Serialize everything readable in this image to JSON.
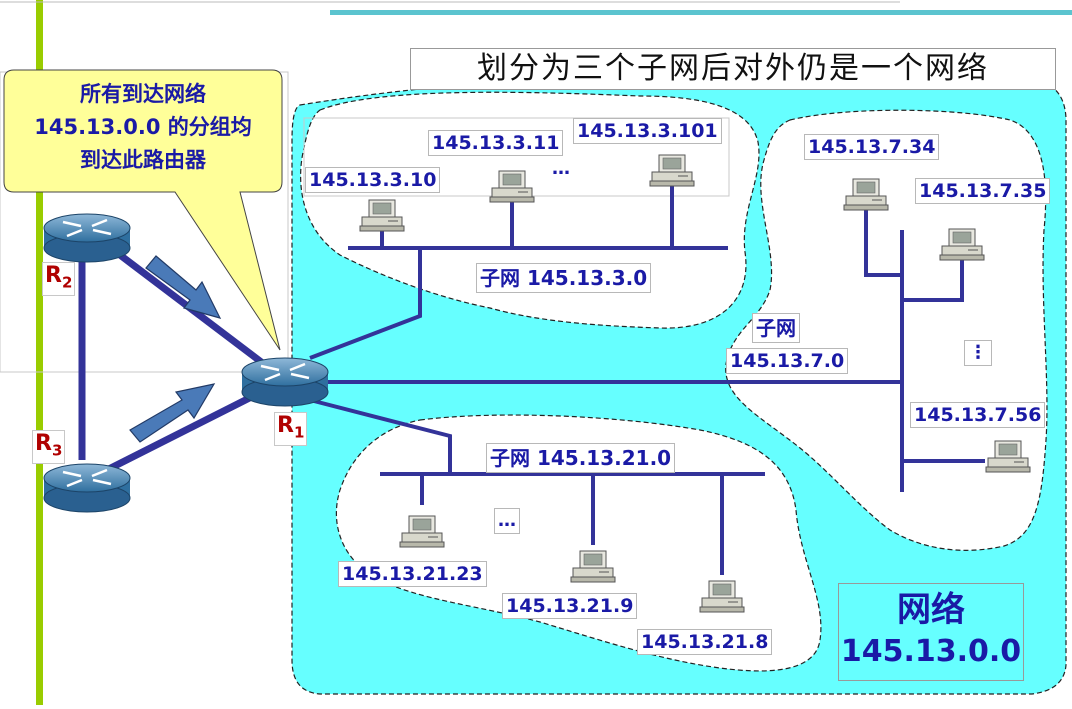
{
  "title": "划分为三个子网后对外仍是一个网络",
  "callout": {
    "lines": [
      "所有到达网络",
      "145.13.0.0 的分组均",
      "到达此路由器"
    ]
  },
  "routers": {
    "r1": {
      "base": "R",
      "sub": "1"
    },
    "r2": {
      "base": "R",
      "sub": "2"
    },
    "r3": {
      "base": "R",
      "sub": "3"
    }
  },
  "subnet3": {
    "label": "子网 145.13.3.0",
    "hosts": [
      "145.13.3.10",
      "145.13.3.11",
      "145.13.3.101"
    ],
    "ellipsis": "…"
  },
  "subnet7": {
    "label_line1": "子网",
    "label_line2": "145.13.7.0",
    "hosts": [
      "145.13.7.34",
      "145.13.7.35",
      "145.13.7.56"
    ],
    "ellipsis": "⋮"
  },
  "subnet21": {
    "label": "子网 145.13.21.0",
    "hosts": [
      "145.13.21.23",
      "145.13.21.9",
      "145.13.21.8"
    ],
    "ellipsis": "…"
  },
  "network": {
    "line1": "网络",
    "line2": "145.13.0.0"
  },
  "colors": {
    "cyan": "#66ffff",
    "line": "#333399",
    "label_text": "#1a1aa6",
    "router_label": "#b00000",
    "callout_fill": "#ffff99",
    "green_bar": "#99cc00"
  }
}
